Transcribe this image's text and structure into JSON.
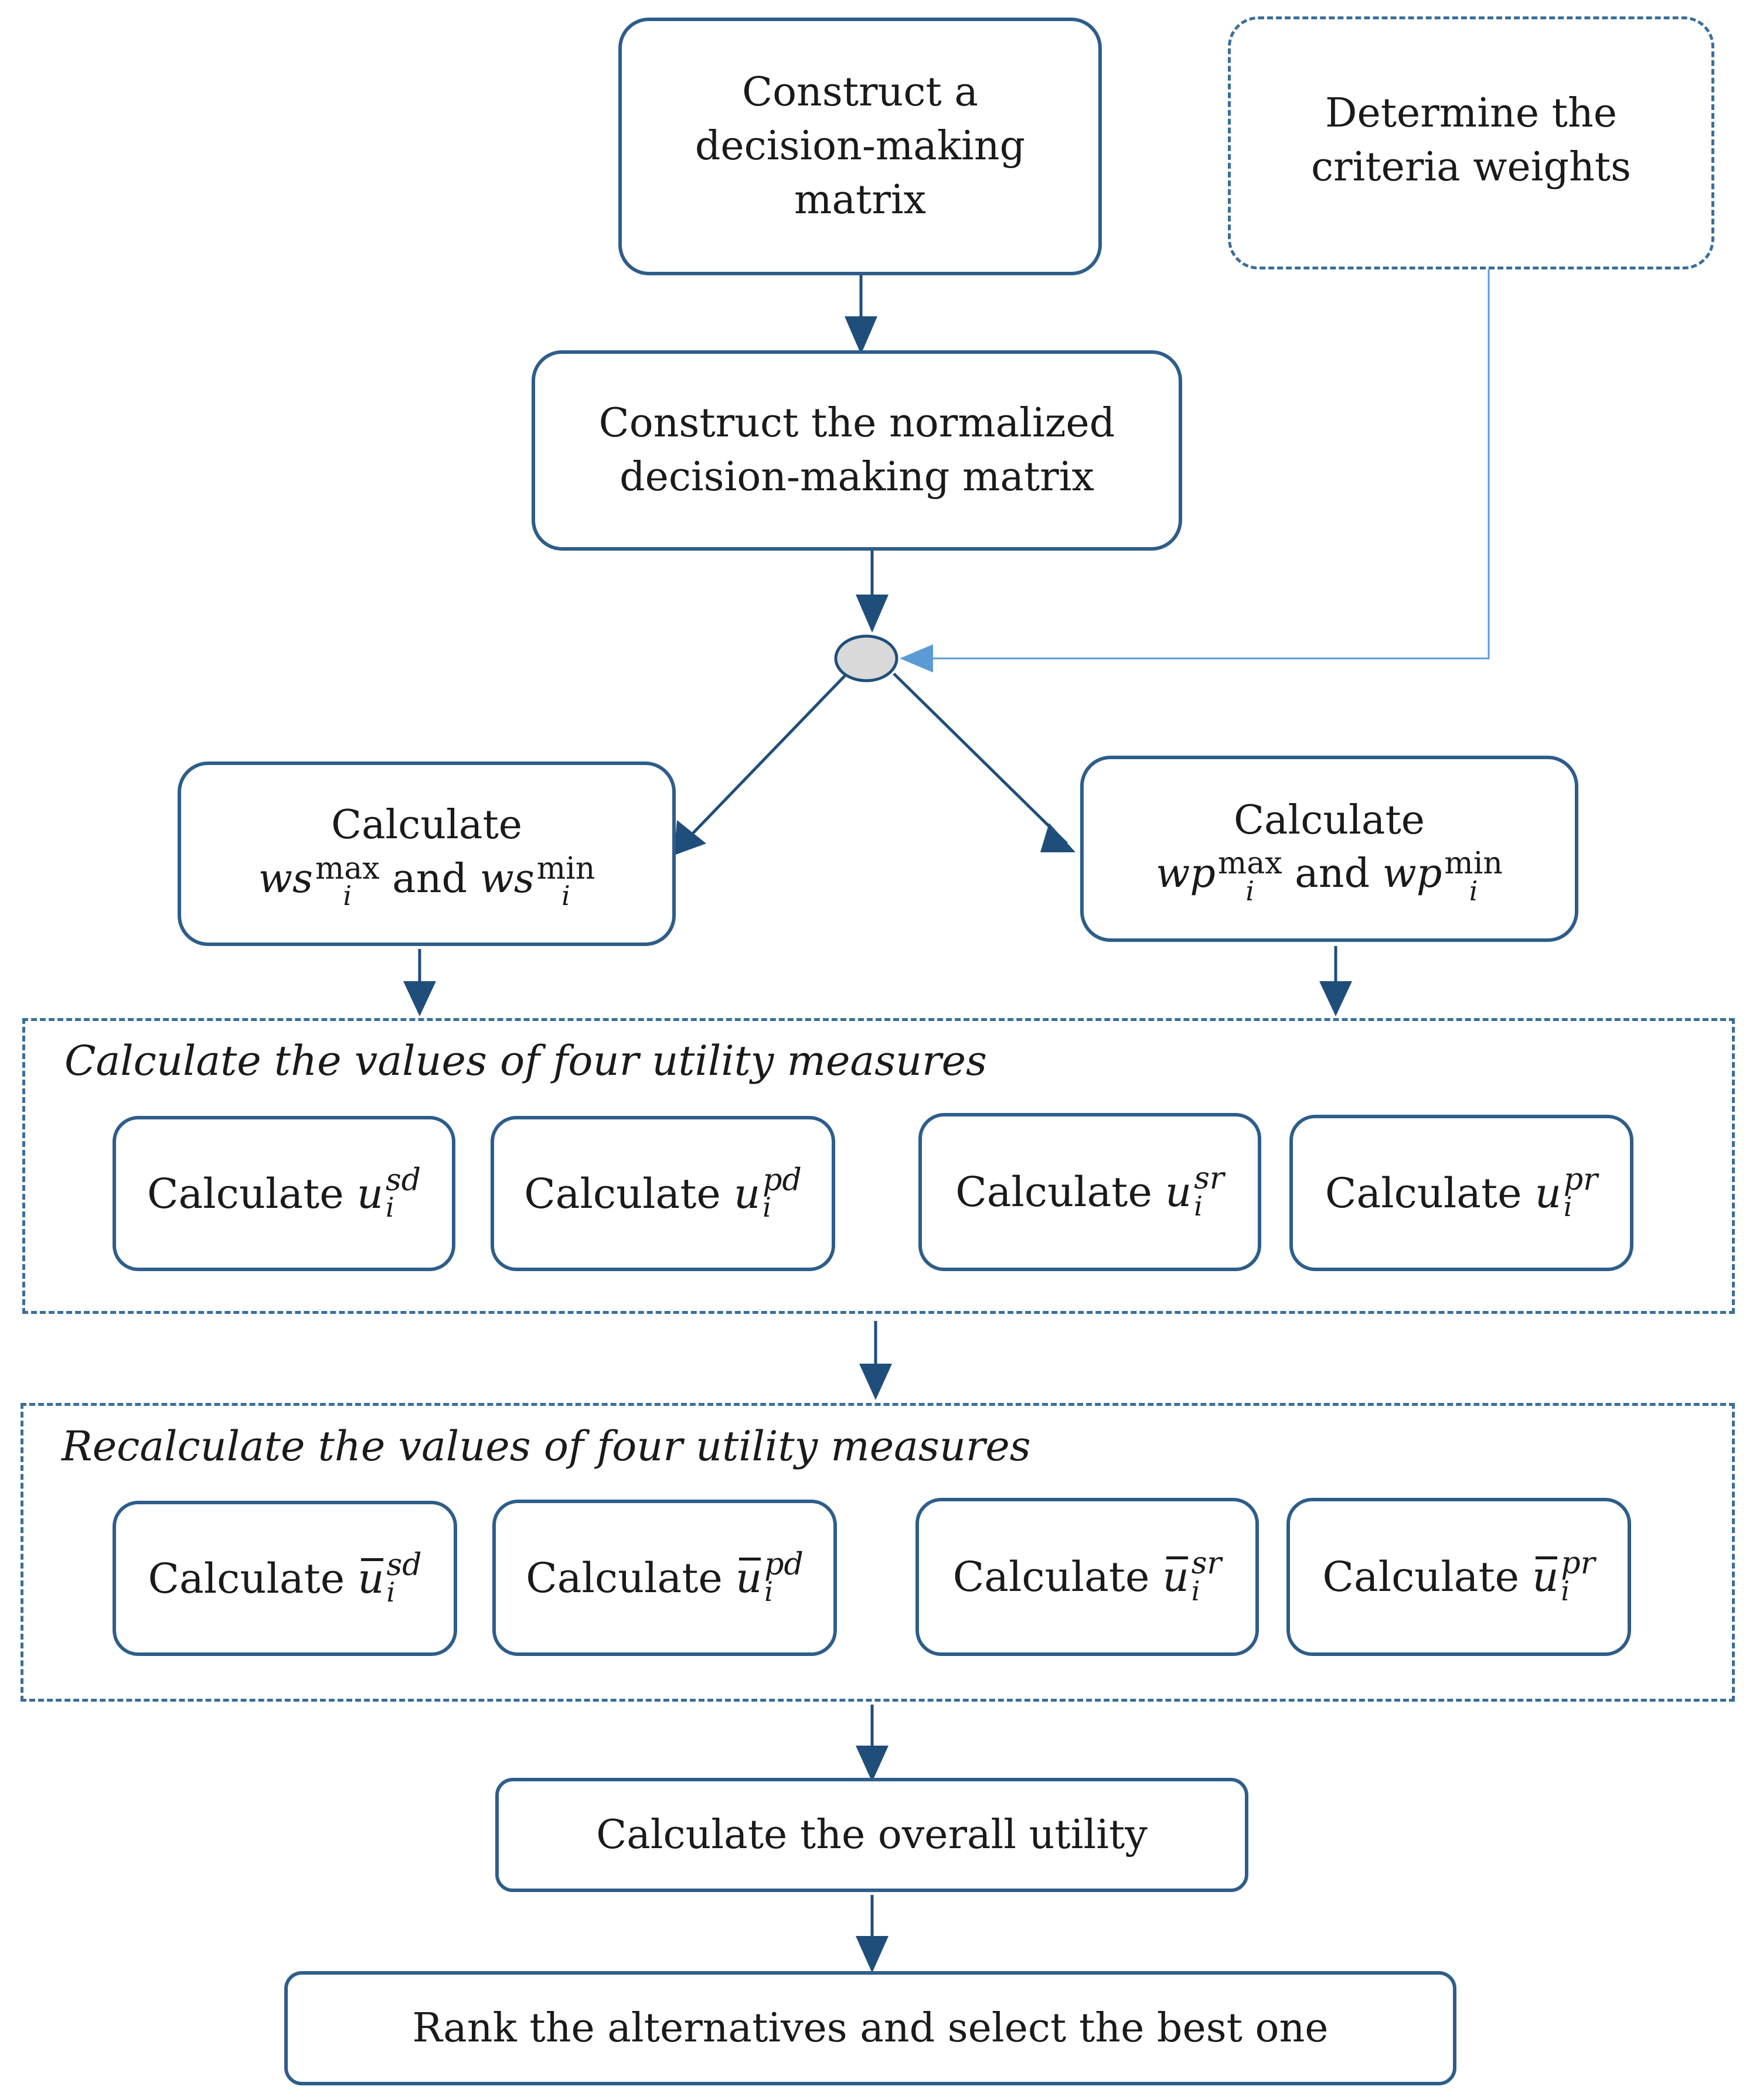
{
  "nodes": {
    "construct_matrix": [
      "Construct a",
      "decision-making",
      "matrix"
    ],
    "criteria_weights": [
      "Determine the",
      "criteria weights"
    ],
    "normalized_matrix": [
      "Construct the normalized",
      "decision-making matrix"
    ],
    "calc_ws": {
      "word": "Calculate",
      "sym": "ws",
      "sup1": "max",
      "sub": "i",
      "joiner": "and",
      "sup2": "min"
    },
    "calc_wp": {
      "word": "Calculate",
      "sym": "wp",
      "sup1": "max",
      "sub": "i",
      "joiner": "and",
      "sup2": "min"
    },
    "overall_utility": "Calculate the overall utility",
    "rank": "Rank the alternatives and select the best one"
  },
  "groups": {
    "utility": {
      "title": "Calculate the values of four utility measures",
      "items": [
        {
          "label": "Calculate",
          "sym": "u",
          "sup": "sd",
          "sub": "i"
        },
        {
          "label": "Calculate",
          "sym": "u",
          "sup": "pd",
          "sub": "i"
        },
        {
          "label": "Calculate",
          "sym": "u",
          "sup": "sr",
          "sub": "i"
        },
        {
          "label": "Calculate",
          "sym": "u",
          "sup": "pr",
          "sub": "i"
        }
      ]
    },
    "recalc": {
      "title": "Recalculate the values of four utility measures",
      "items": [
        {
          "label": "Calculate",
          "sym": "u",
          "sup": "sd",
          "sub": "i"
        },
        {
          "label": "Calculate",
          "sym": "u",
          "sup": "pd",
          "sub": "i"
        },
        {
          "label": "Calculate",
          "sym": "u",
          "sup": "sr",
          "sub": "i"
        },
        {
          "label": "Calculate",
          "sym": "u",
          "sup": "pr",
          "sub": "i"
        }
      ]
    }
  },
  "colors": {
    "border": "#2e5d8a",
    "arrow": "#1f4e7a",
    "feedback": "#5b9bd5",
    "junction": "#d9d9d9"
  }
}
